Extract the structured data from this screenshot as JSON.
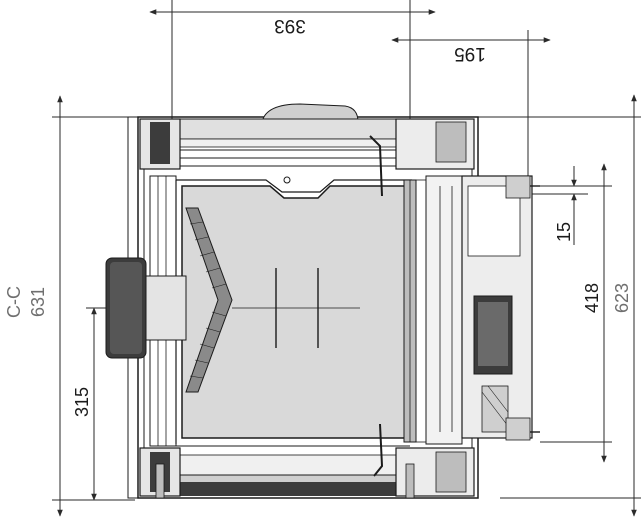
{
  "section_label": "C-C",
  "dimensions": {
    "top_width": "393",
    "offset_width": "195",
    "total_height": "631",
    "mid_height": "315",
    "gap": "15",
    "inner_height": "418",
    "outer_height": "623"
  },
  "colors": {
    "line": "#1b1b1b",
    "chamber_fill": "#d9d9d9",
    "dark_fill": "#3c3c3c",
    "gray_text": "#6f6f6f"
  }
}
